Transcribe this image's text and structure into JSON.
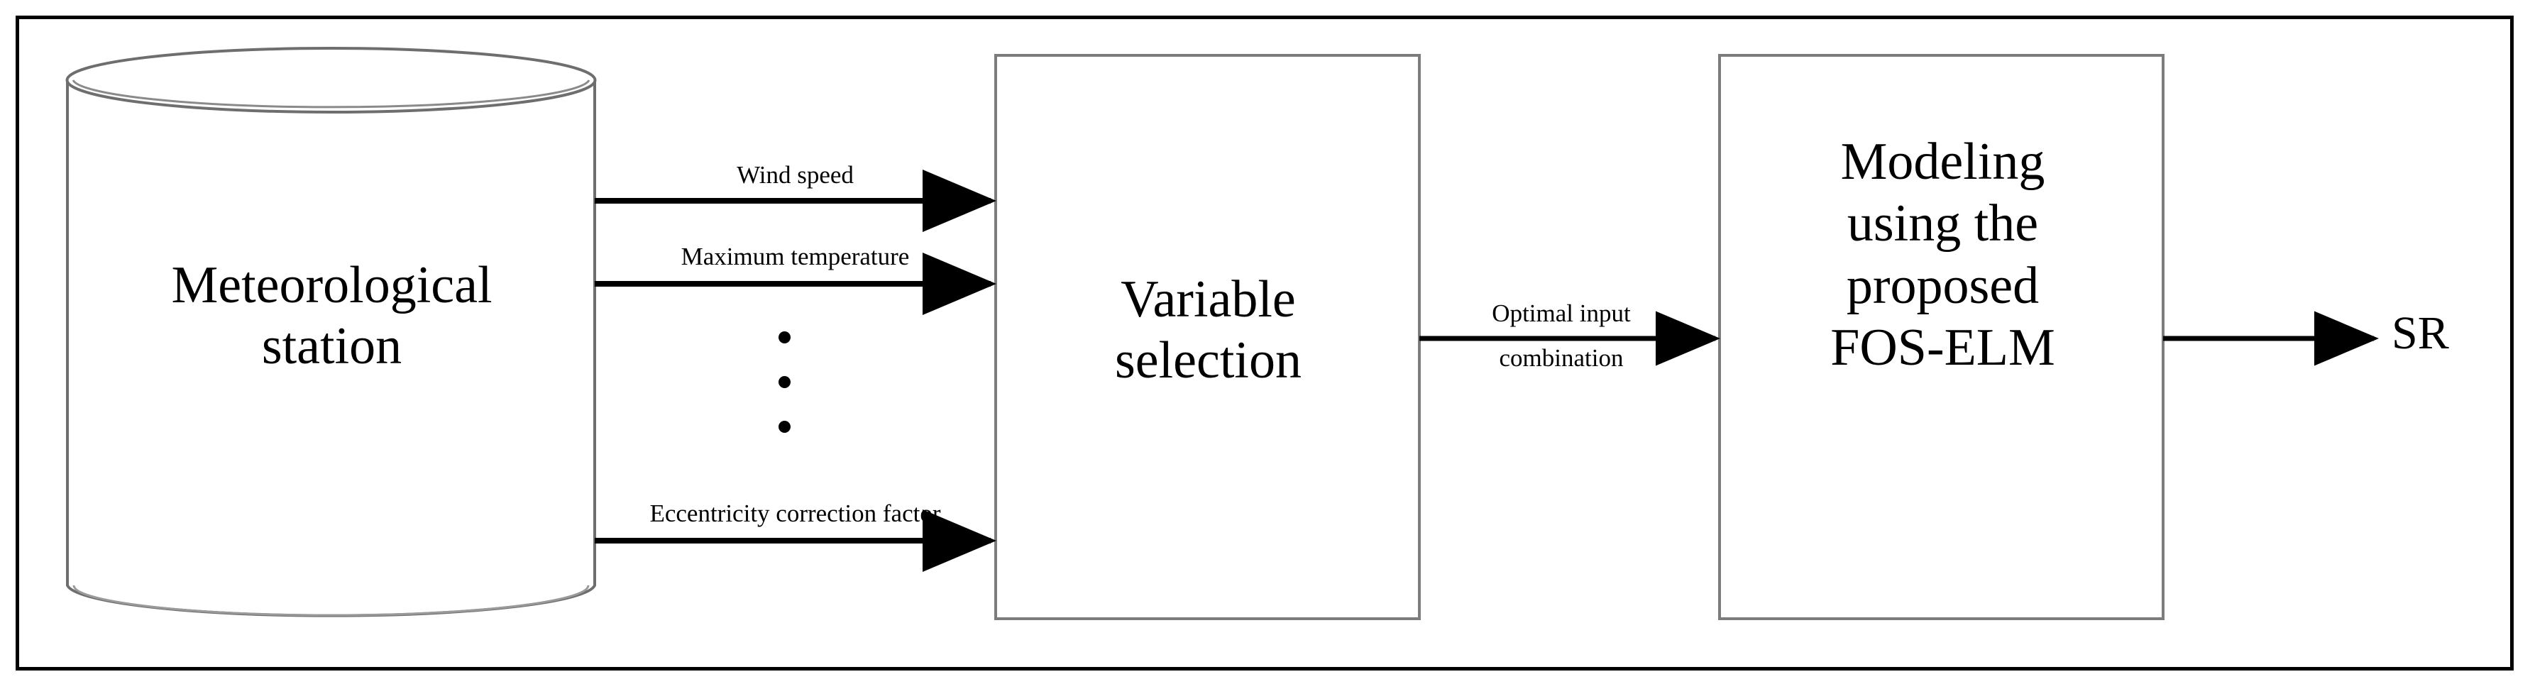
{
  "diagram": {
    "title_text": "",
    "frame": {
      "border_color": "#000000"
    },
    "nodes": {
      "data_source": {
        "shape": "cylinder",
        "label": "Meteorological\nstation",
        "stroke_color": "#6a6a6a"
      },
      "variable_selection": {
        "shape": "rectangle",
        "label": "Variable\nselection",
        "stroke_color": "#7a7a7a"
      },
      "modeling": {
        "shape": "rectangle",
        "label": "Modeling\nusing the\nproposed\nFOS-ELM",
        "stroke_color": "#7a7a7a"
      },
      "output": {
        "shape": "text",
        "label": "SR"
      }
    },
    "edges": [
      {
        "id": "wind-speed",
        "label": "Wind speed",
        "from": "data_source",
        "to": "variable_selection"
      },
      {
        "id": "maximum-temperature",
        "label": "Maximum temperature",
        "from": "data_source",
        "to": "variable_selection"
      },
      {
        "id": "eccentricity-correction-factor",
        "label": "Eccentricity correction factor",
        "from": "data_source",
        "to": "variable_selection"
      },
      {
        "id": "optimal-input-combination",
        "label_line1": "Optimal input",
        "label_line2": "combination",
        "from": "variable_selection",
        "to": "modeling"
      },
      {
        "id": "sr-output",
        "label": "",
        "from": "modeling",
        "to": "output"
      }
    ],
    "ellipsis": {
      "symbol": "vertical-dots",
      "count": 3
    },
    "colors": {
      "stroke": "#000000",
      "shape_outline": "#777777",
      "background": "#ffffff"
    }
  }
}
